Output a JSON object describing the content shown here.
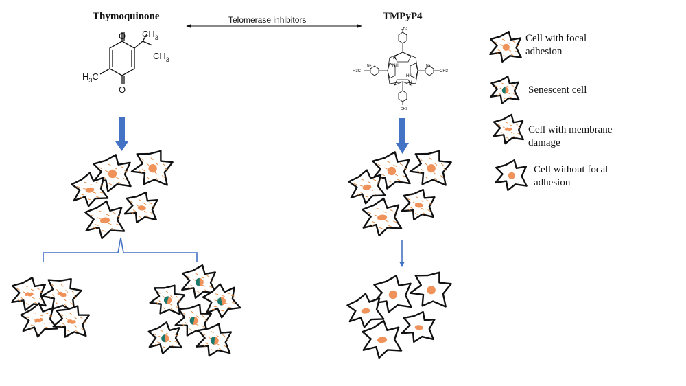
{
  "left_drug": {
    "name": "Thymoquinone",
    "atoms": {
      "o_top": "O",
      "o_bottom": "O",
      "ch3_right": "CH",
      "ch3_right_sub": "3",
      "h3c_left": "H",
      "h3c_left_sub": "3",
      "h3c_left_c": "C"
    }
  },
  "right_drug": {
    "name": "TMPyP4",
    "atoms": {
      "me_top": "CH3",
      "me_left": "H3C",
      "me_right": "CH3",
      "me_bottom": "CH3",
      "nh_top": "NH",
      "hn_bottom": "HN",
      "n_left": "N",
      "n_right": "N",
      "nplus": "N+"
    }
  },
  "relation": {
    "label": "Telomerase inhibitors"
  },
  "colors": {
    "nucleus": "#f0935a",
    "fiber": "#e0883e",
    "senescent": "#1a7a6e",
    "arrow": "#4472c4",
    "outline": "#111111"
  },
  "legend": [
    {
      "line1": "Cell with focal",
      "line2": "adhesion",
      "icon": "cell-focal-adhesion-icon"
    },
    {
      "line1": "Senescent  cell",
      "line2": "",
      "icon": "senescent-cell-icon"
    },
    {
      "line1": "Cell with membrane",
      "line2": "damage",
      "icon": "membrane-damage-cell-icon"
    },
    {
      "line1": "Cell without focal",
      "line2": "adhesion",
      "icon": "cell-without-focal-adhesion-icon"
    }
  ]
}
